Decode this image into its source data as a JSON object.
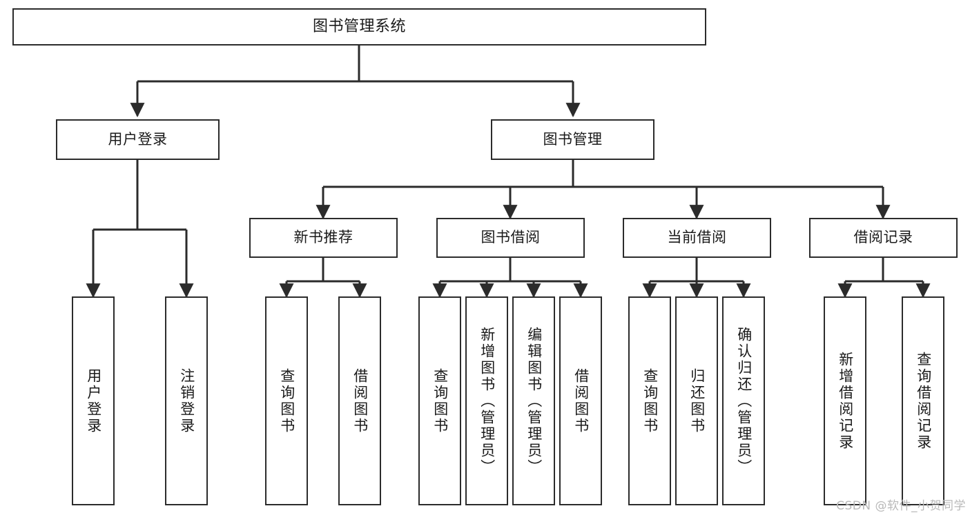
{
  "diagram": {
    "title": "图书管理系统",
    "type": "tree-hierarchy",
    "colors": {
      "box_border": "#2b2b2b",
      "box_fill": "#ffffff",
      "edge": "#2b2b2b",
      "text": "#1a1a1a",
      "watermark": "#b9b9b9",
      "background": "#ffffff"
    },
    "root": {
      "label": "图书管理系统"
    },
    "level1": [
      {
        "label": "用户登录"
      },
      {
        "label": "图书管理"
      }
    ],
    "level2": [
      {
        "label": "新书推荐"
      },
      {
        "label": "图书借阅"
      },
      {
        "label": "当前借阅"
      },
      {
        "label": "借阅记录"
      }
    ],
    "leaves": [
      {
        "label": "用户登录"
      },
      {
        "label": "注销登录"
      },
      {
        "label": "查询图书"
      },
      {
        "label": "借阅图书"
      },
      {
        "label": "查询图书"
      },
      {
        "label": "新增图书（管理员）"
      },
      {
        "label": "编辑图书（管理员）"
      },
      {
        "label": "借阅图书"
      },
      {
        "label": "查询图书"
      },
      {
        "label": "归还图书"
      },
      {
        "label": "确认归还（管理员）"
      },
      {
        "label": "新增借阅记录"
      },
      {
        "label": "查询借阅记录"
      }
    ]
  },
  "watermark": {
    "text": "CSDN @软件_小贺同学"
  }
}
